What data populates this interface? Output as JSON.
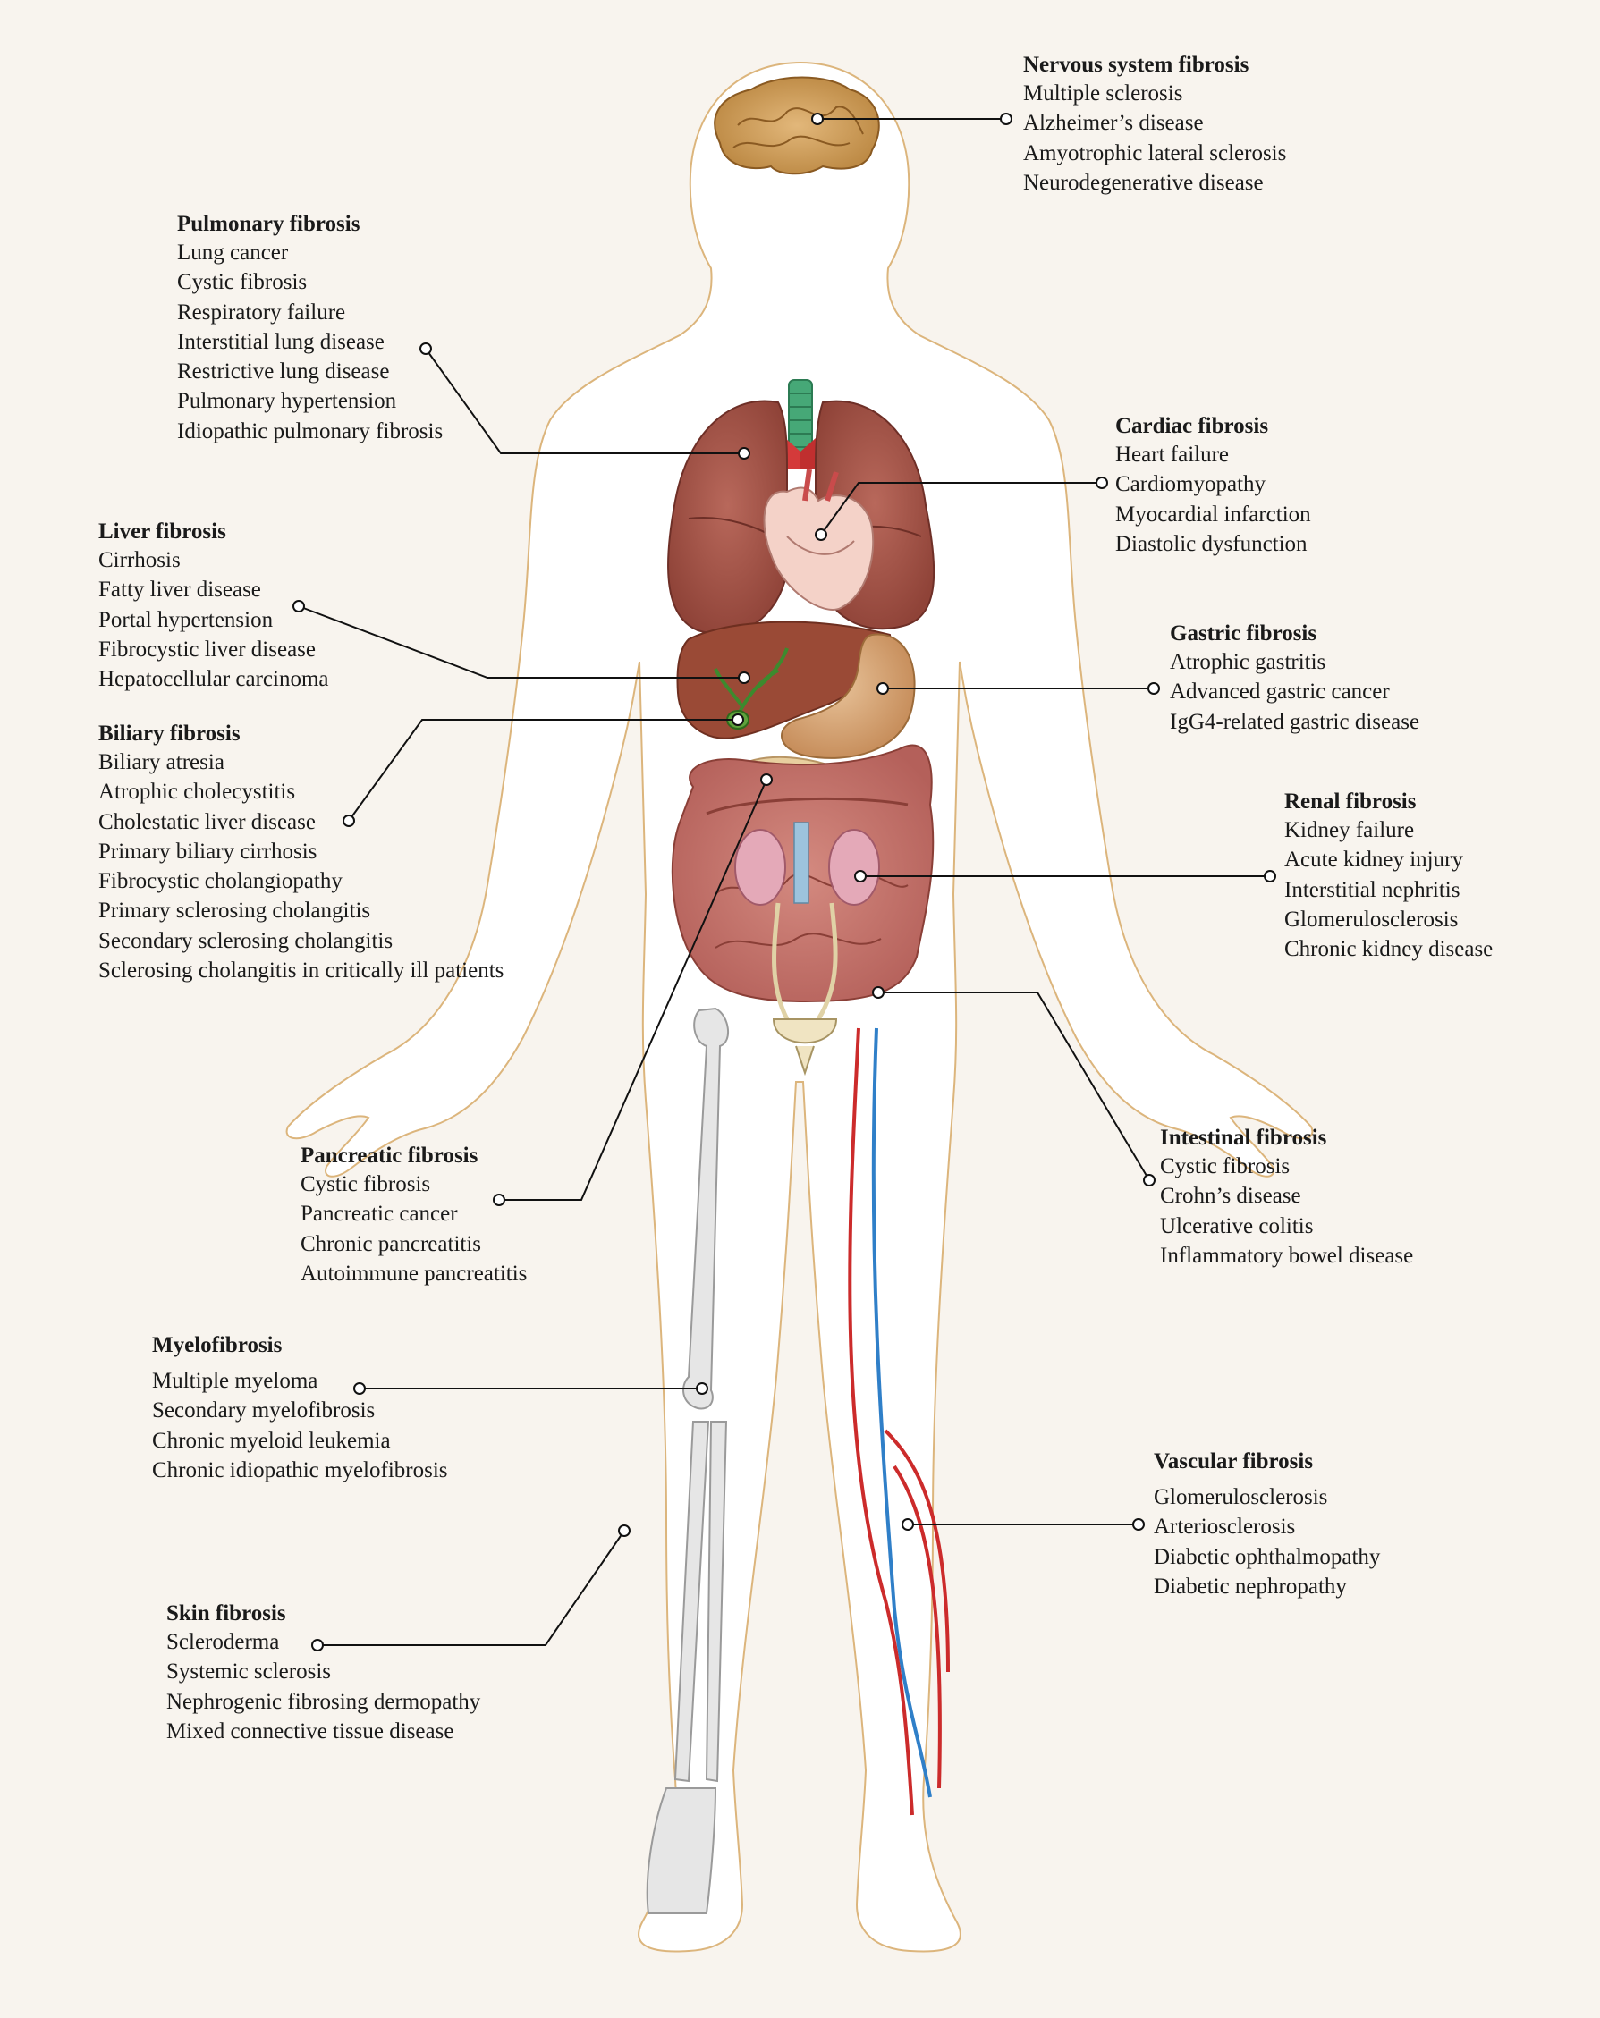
{
  "groups": [
    {
      "id": "nervous",
      "title": "Nervous system fibrosis",
      "items": [
        "Multiple sclerosis",
        "Alzheimer’s disease",
        "Amyotrophic lateral sclerosis",
        "Neurodegenerative disease"
      ]
    },
    {
      "id": "pulmonary",
      "title": "Pulmonary fibrosis",
      "items": [
        "Lung cancer",
        "Cystic fibrosis",
        "Respiratory failure",
        "Interstitial lung disease",
        "Restrictive lung disease",
        "Pulmonary hypertension",
        "Idiopathic pulmonary fibrosis"
      ]
    },
    {
      "id": "cardiac",
      "title": "Cardiac fibrosis",
      "items": [
        "Heart failure",
        "Cardiomyopathy",
        "Myocardial infarction",
        "Diastolic dysfunction"
      ]
    },
    {
      "id": "liver",
      "title": "Liver fibrosis",
      "items": [
        "Cirrhosis",
        "Fatty liver disease",
        "Portal hypertension",
        "Fibrocystic liver disease",
        "Hepatocellular carcinoma"
      ]
    },
    {
      "id": "gastric",
      "title": "Gastric fibrosis",
      "items": [
        "Atrophic gastritis",
        "Advanced gastric cancer",
        "IgG4-related gastric disease"
      ]
    },
    {
      "id": "biliary",
      "title": "Biliary fibrosis",
      "items": [
        "Biliary atresia",
        "Atrophic cholecystitis",
        "Cholestatic liver disease",
        "Primary biliary cirrhosis",
        "Fibrocystic cholangiopathy",
        "Primary sclerosing cholangitis",
        "Secondary sclerosing cholangitis",
        "Sclerosing cholangitis in critically ill patients"
      ]
    },
    {
      "id": "renal",
      "title": "Renal fibrosis",
      "items": [
        "Kidney failure",
        "Acute kidney injury",
        "Interstitial nephritis",
        "Glomerulosclerosis",
        "Chronic kidney disease"
      ]
    },
    {
      "id": "intestinal",
      "title": "Intestinal fibrosis",
      "items": [
        "Cystic fibrosis",
        "Crohn’s disease",
        "Ulcerative colitis",
        "Inflammatory bowel disease"
      ]
    },
    {
      "id": "pancreatic",
      "title": "Pancreatic fibrosis",
      "items": [
        "Cystic fibrosis",
        "Pancreatic cancer",
        "Chronic pancreatitis",
        "Autoimmune pancreatitis"
      ]
    },
    {
      "id": "myelo",
      "title": "Myelofibrosis",
      "items": [
        "Multiple myeloma",
        "Secondary myelofibrosis",
        "Chronic myeloid leukemia",
        "Chronic idiopathic myelofibrosis"
      ]
    },
    {
      "id": "vascular",
      "title": "Vascular fibrosis",
      "items": [
        "Glomerulosclerosis",
        "Arteriosclerosis",
        "Diabetic ophthalmopathy",
        "Diabetic nephropathy"
      ]
    },
    {
      "id": "skin",
      "title": "Skin fibrosis",
      "items": [
        "Scleroderma",
        "Systemic sclerosis",
        "Nephrogenic fibrosing dermopathy",
        "Mixed connective tissue disease"
      ]
    }
  ],
  "colors": {
    "background": "#f8f4ee",
    "body_outline": "#d9b37a",
    "body_fill": "#ffffff",
    "lung": "#a9574c",
    "liver": "#9a4a36",
    "stomach": "#d4a373",
    "intestine": "#c7756d",
    "artery": "#cc2b2b",
    "vein": "#2f7fc8",
    "bone": "#e2e2e2",
    "leader_line": "#111111"
  }
}
